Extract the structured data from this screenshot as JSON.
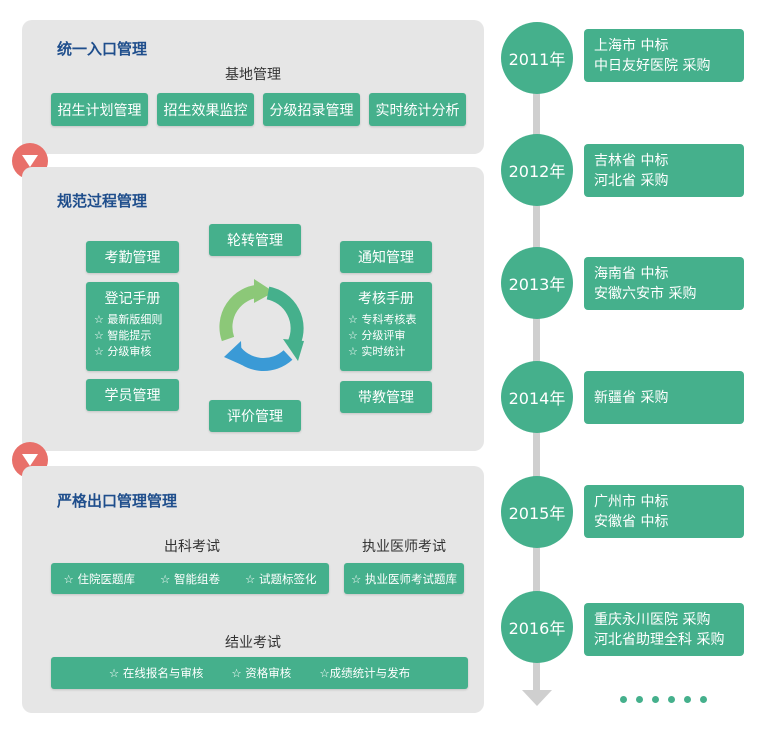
{
  "section1": {
    "title": "统一入口管理",
    "subtitle": "基地管理",
    "buttons": [
      "招生计划管理",
      "招生效果监控",
      "分级招录管理",
      "实时统计分析"
    ]
  },
  "section2": {
    "title": "规范过程管理",
    "rotation": "轮转管理",
    "attendance": "考勤管理",
    "notice": "通知管理",
    "register": {
      "title": "登记手册",
      "items": [
        "☆ 最新版细则",
        "☆ 智能提示",
        "☆ 分级审核"
      ]
    },
    "assessment": {
      "title": "考核手册",
      "items": [
        "☆ 专科考核表",
        "☆ 分级评审",
        "☆ 实时统计"
      ]
    },
    "students": "学员管理",
    "teaching": "带教管理",
    "evaluation": "评价管理"
  },
  "section3": {
    "title": "严格出口管理管理",
    "dept_exam": {
      "label": "出科考试",
      "items": [
        "☆ 住院医题库",
        "☆ 智能组卷",
        "☆ 试题标签化"
      ]
    },
    "license_exam": {
      "label": "执业医师考试",
      "items": [
        "☆ 执业医师考试题库"
      ]
    },
    "graduation": {
      "label": "结业考试",
      "items": [
        "☆ 在线报名与审核",
        "☆ 资格审核",
        "☆成绩统计与发布"
      ]
    }
  },
  "timeline": [
    {
      "year": "2011年",
      "lines": [
        "上海市  中标",
        "中日友好医院  采购"
      ]
    },
    {
      "year": "2012年",
      "lines": [
        "吉林省  中标",
        "河北省  采购"
      ]
    },
    {
      "year": "2013年",
      "lines": [
        "海南省  中标",
        "安徽六安市  采购"
      ]
    },
    {
      "year": "2014年",
      "lines": [
        "新疆省  采购"
      ]
    },
    {
      "year": "2015年",
      "lines": [
        "广州市  中标",
        "安徽省  中标"
      ]
    },
    {
      "year": "2016年",
      "lines": [
        "重庆永川医院  采购",
        "河北省助理全科  采购"
      ]
    }
  ],
  "colors": {
    "green": "#45b08c",
    "panel": "#e6e6e6",
    "title_blue": "#1f4e8c",
    "marker_red": "#e8706a",
    "cycle_light": "#8cc878",
    "cycle_blue": "#3a9ad6"
  }
}
